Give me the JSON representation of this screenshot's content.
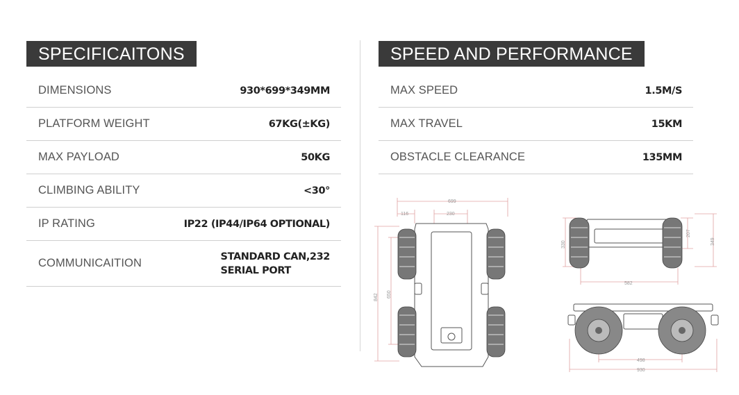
{
  "specifications": {
    "title": "SPECIFICAITONS",
    "rows": [
      {
        "label": "DIMENSIONS",
        "value": "930*699*349MM"
      },
      {
        "label": "PLATFORM WEIGHT",
        "value": "67KG(±KG)"
      },
      {
        "label": "MAX PAYLOAD",
        "value": "50KG"
      },
      {
        "label": "CLIMBING ABILITY",
        "value": "<30°"
      },
      {
        "label": "IP RATING",
        "value": "IP22 (IP44/IP64 OPTIONAL)"
      },
      {
        "label": "COMMUNICAITION",
        "value": "STANDARD CAN,232\nSERIAL PORT"
      }
    ]
  },
  "performance": {
    "title": "SPEED AND PERFORMANCE",
    "rows": [
      {
        "label": "MAX SPEED",
        "value": "1.5M/S"
      },
      {
        "label": "MAX TRAVEL",
        "value": "15KM"
      },
      {
        "label": "OBSTACLE CLEARANCE",
        "value": "135MM"
      }
    ]
  },
  "drawings": {
    "top_view": {
      "d1": "699",
      "d2": "116",
      "d3": "230",
      "d4": "842",
      "d5": "650"
    },
    "front_view": {
      "d1": "330",
      "d2": "207",
      "d3": "349",
      "d4": "582"
    },
    "side_view": {
      "d1": "498",
      "d2": "930"
    }
  },
  "colors": {
    "title_bg": "#3a3a3a",
    "dimension_line": "#e0a0a0"
  }
}
